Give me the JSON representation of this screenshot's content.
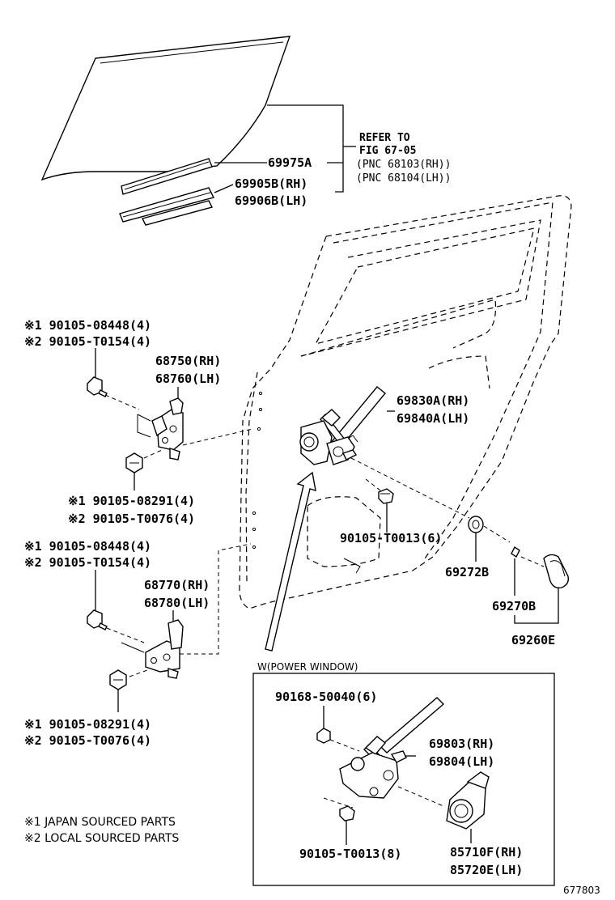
{
  "labels": {
    "glass_run": "69975A",
    "weatherstrip_rh": "69905B(RH)",
    "weatherstrip_lh": "69906B(LH)",
    "refer_line1": "REFER TO",
    "refer_line2": "FIG 67-05",
    "refer_line3": "(PNC 68103(RH))",
    "refer_line4": "(PNC 68104(LH))",
    "upper_bolt_top_1": "※1 90105-08448(4)",
    "upper_bolt_top_2": "※2 90105-T0154(4)",
    "upper_hinge_rh": "68750(RH)",
    "upper_hinge_lh": "68760(LH)",
    "upper_bolt_bottom_1": "※1 90105-08291(4)",
    "upper_bolt_bottom_2": "※2 90105-T0076(4)",
    "regulator_rh": "69830A(RH)",
    "regulator_lh": "69840A(LH)",
    "regulator_bolt": "90105-T0013(6)",
    "grommet": "69272B",
    "lower_bolt_top_1": "※1 90105-08448(4)",
    "lower_bolt_top_2": "※2 90105-T0154(4)",
    "lower_hinge_rh": "68770(RH)",
    "lower_hinge_lh": "68780(LH)",
    "handle": "69270B",
    "handle_set": "69260E",
    "lower_bolt_bottom_1": "※1 90105-08291(4)",
    "lower_bolt_bottom_2": "※2 90105-T0076(4)",
    "power_window_title": "W(POWER WINDOW)",
    "pw_screw": "90168-50040(6)",
    "pw_regulator_rh": "69803(RH)",
    "pw_regulator_lh": "69804(LH)",
    "pw_bolt": "90105-T0013(8)",
    "pw_motor_rh": "85710F(RH)",
    "pw_motor_lh": "85720E(LH)"
  },
  "legend": {
    "note1": "※1 JAPAN SOURCED PARTS",
    "note2": "※2 LOCAL SOURCED PARTS"
  },
  "figure_number": "677803"
}
